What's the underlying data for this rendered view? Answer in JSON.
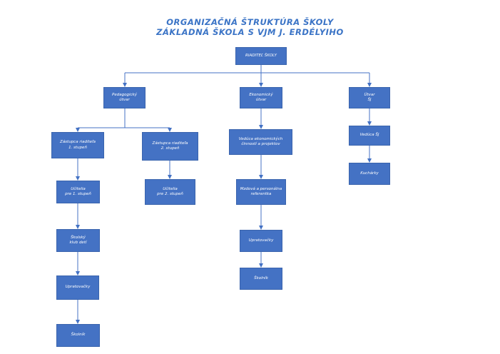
{
  "title": {
    "line1": "ORGANIZAČNÁ ŠTRUKTÚRA ŠKOLY",
    "line2": "ZÁKLADNÁ ŠKOLA S VJM J. ERDÉLYIHO"
  },
  "nodes": {
    "riaditel": [
      "RIADITEĽ ŠKOLY"
    ],
    "pedagogicky": [
      "Pedagogický",
      "útvar"
    ],
    "ekonomicky": [
      "Ekonomický",
      "útvar"
    ],
    "utvar_sj": [
      "Útvar",
      "ŠJ"
    ],
    "zastupca1": [
      "Zástupca riaditeľa",
      "1. stupeň"
    ],
    "zastupca2": [
      "Zástupca riaditeľa",
      "2. stupeň"
    ],
    "veducaEkon": [
      "Vedúca ekonomických",
      "činností a projektov"
    ],
    "veducaSJ": [
      "Vedúca ŠJ"
    ],
    "ucitelia1": [
      "Učitelia",
      "pre 1. stupeň"
    ],
    "ucitelia2": [
      "Učitelia",
      "pre 2. stupeň"
    ],
    "mzdova": [
      "Mzdová a personálna",
      "referentka"
    ],
    "kucharky": [
      "Kuchárky"
    ],
    "klub": [
      "Školský",
      "klub detí"
    ],
    "upratovacky1": [
      "Upratovačky"
    ],
    "skolnik1": [
      "Školník"
    ],
    "upratovacky2": [
      "Upratovačky"
    ],
    "skolnik2": [
      "Školník"
    ]
  }
}
